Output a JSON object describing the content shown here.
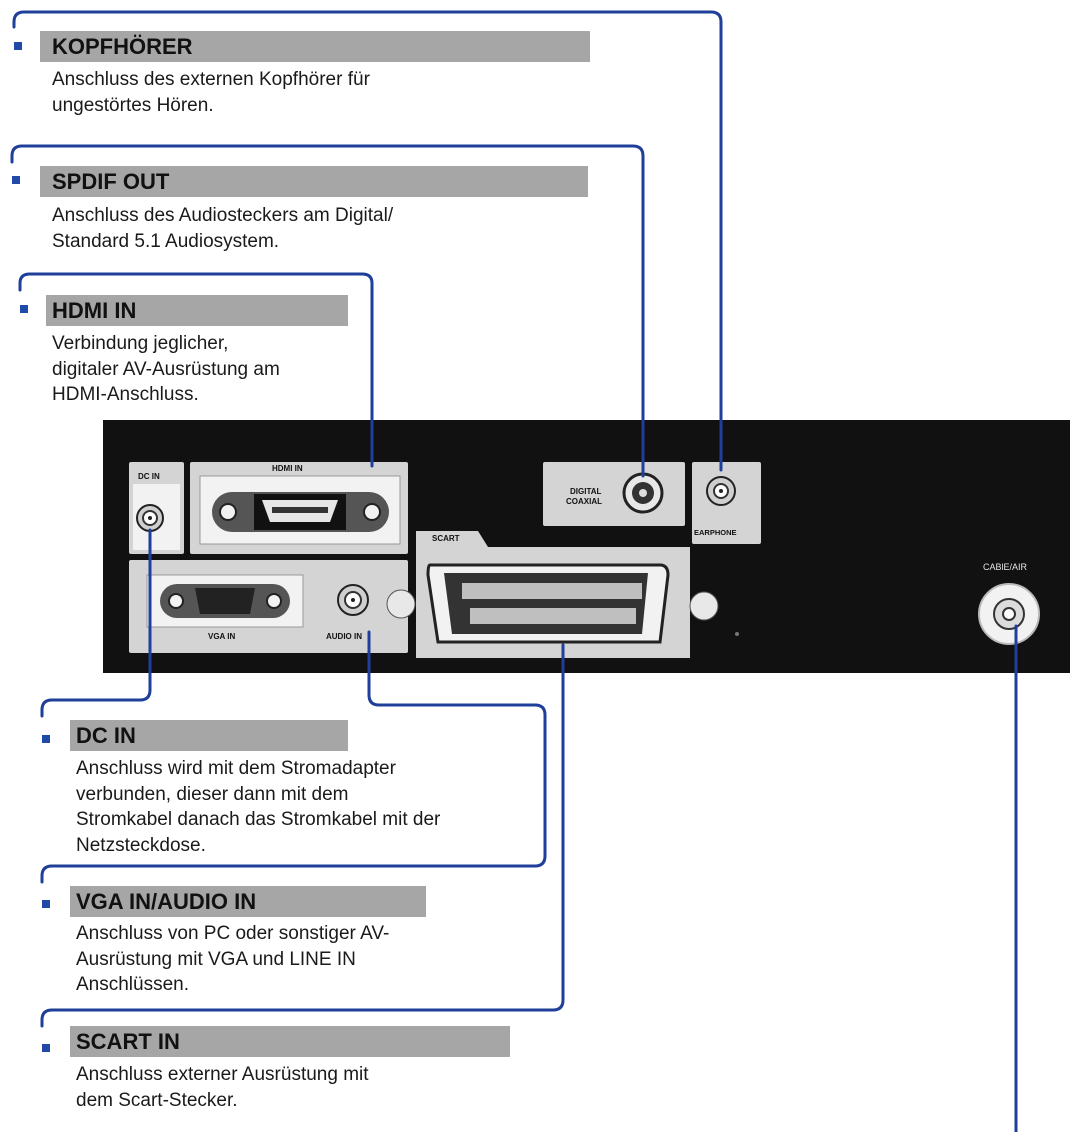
{
  "sections": [
    {
      "title": "KOPFHÖRER",
      "lines": [
        "Anschluss des externen Kopfhörer für",
        "ungestörtes Hören."
      ]
    },
    {
      "title": "SPDIF OUT",
      "lines": [
        "Anschluss des Audiosteckers am Digital/",
        "Standard 5.1 Audiosystem."
      ]
    },
    {
      "title": "HDMI IN",
      "lines": [
        "Verbindung jeglicher,",
        "digitaler AV-Ausrüstung am",
        "HDMI-Anschluss."
      ]
    },
    {
      "title": "DC IN",
      "lines": [
        "Anschluss wird mit dem Stromadapter",
        "verbunden, dieser dann mit dem",
        "Stromkabel danach das Stromkabel mit der",
        "Netzsteckdose."
      ]
    },
    {
      "title": "VGA IN/AUDIO IN",
      "lines": [
        "Anschluss von PC oder sonstiger AV-",
        "Ausrüstung mit VGA und LINE IN",
        "Anschlüssen."
      ]
    },
    {
      "title": "SCART IN",
      "lines": [
        "Anschluss externer Ausrüstung mit",
        "dem Scart-Stecker."
      ]
    }
  ],
  "panel_labels": {
    "dc_in": "DC IN",
    "hdmi_in": "HDMI IN",
    "digital": "DIGITAL",
    "coaxial": "COAXIAL",
    "earphone": "EARPHONE",
    "scart": "SCART",
    "vga_in": "VGA IN",
    "audio_in": "AUDIO IN",
    "cable_air": "CABlE/AIR"
  },
  "colors": {
    "connector_line": "#1f3f9a",
    "bullet": "#1f4aa8",
    "title_bar": "#a6a6a6",
    "panel": "#111111",
    "port_panel": "#d4d4d4"
  }
}
